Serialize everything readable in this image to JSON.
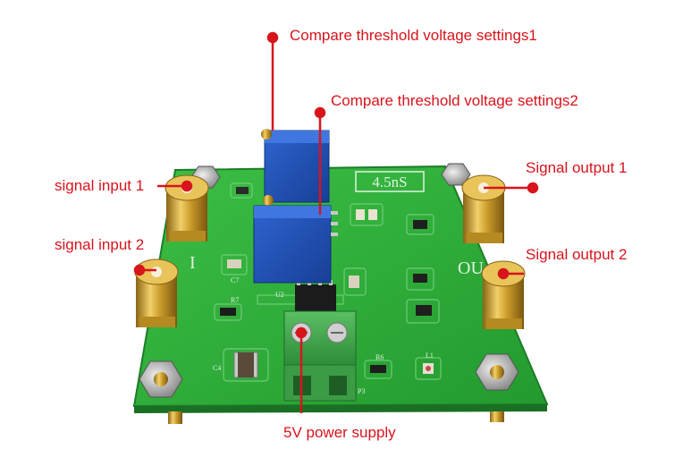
{
  "board": {
    "silk_speed": "4.5nS",
    "silk_out": "OU",
    "silk_in": "I",
    "ref_u2": "U2",
    "ref_p3": "P3",
    "ref_r7": "R7",
    "ref_r6": "R6",
    "ref_c4": "C4",
    "ref_c7": "C7",
    "ref_l1": "L1"
  },
  "labels": {
    "threshold1": "Compare threshold voltage settings1",
    "threshold2": "Compare threshold voltage settings2",
    "signal_input_1": "signal input 1",
    "signal_input_2": "signal input 2",
    "signal_output_1": "Signal output 1",
    "signal_output_2": "Signal output 2",
    "power_supply": "5V power supply"
  },
  "colors": {
    "pcb": "#2fae3a",
    "annotation": "#d8141c",
    "trimpot": "#1f4fb8",
    "terminal": "#3fa34a",
    "gold": "#d4a52c"
  }
}
